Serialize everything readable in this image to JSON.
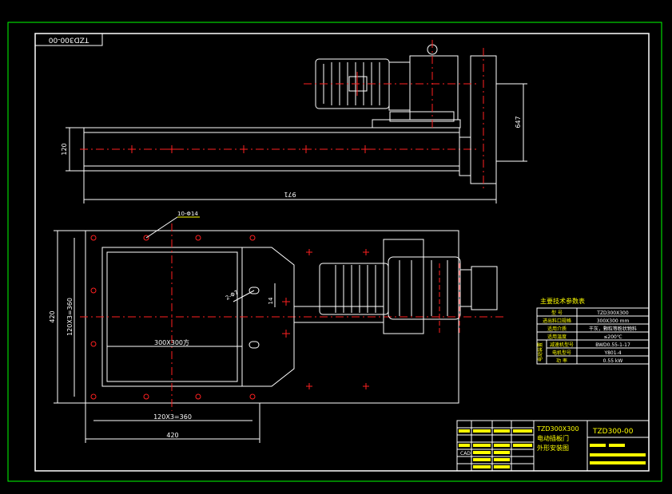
{
  "title_block": {
    "drawing_no_rotated": "TZD300-00",
    "name_line1": "TZD300X300",
    "name_line2": "电动插板门",
    "name_line3": "外形安装图",
    "drawing_no": "TZD300-00",
    "cad_label": "CAD"
  },
  "dimensions": {
    "side_height": "120",
    "side_length": "971",
    "side_right_height": "647",
    "plan_width": "420",
    "plan_inner_width": "120X3=360",
    "plan_bottom_inner": "120X3=360",
    "plan_bottom_outer": "420",
    "opening": "300X300方",
    "holes": "10-Φ14",
    "slot": "2-Φ7",
    "slot_gap": "14"
  },
  "params_table": {
    "title": "主要技术参数表",
    "rows": [
      {
        "label": "型    号",
        "value": "TZD300X300"
      },
      {
        "label": "进出料口规格",
        "value": "300X300   mm"
      },
      {
        "label": "适用介质",
        "value": "干灰，颗粒等粉状物料"
      },
      {
        "label": "适用温度",
        "value": "≤200℃"
      },
      {
        "label": "减速机型号",
        "value": "BWD0.55-1-17"
      },
      {
        "label": "电机型号",
        "value": "Y801-4"
      },
      {
        "label": "功    率",
        "value": "0.55 kW"
      }
    ],
    "group_label": "电动装置"
  }
}
